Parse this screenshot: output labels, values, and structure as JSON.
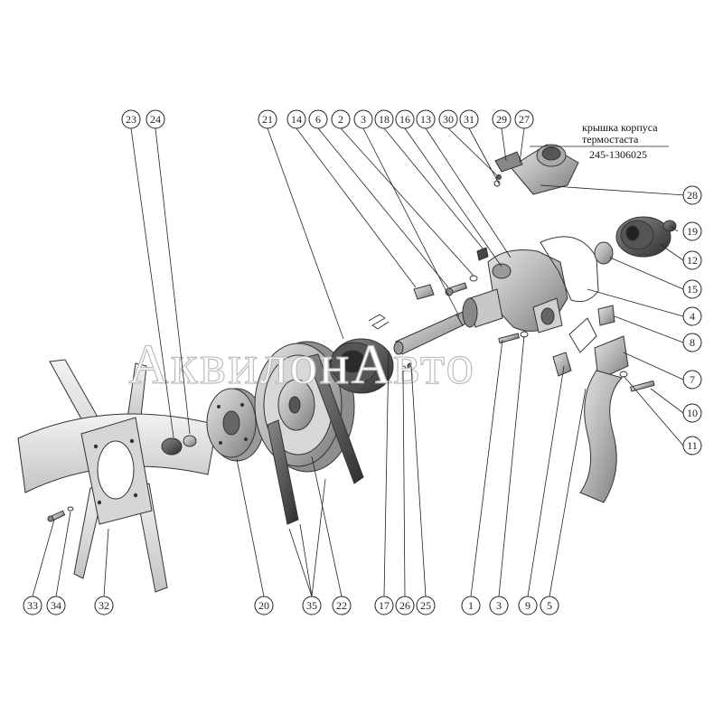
{
  "watermark": "АквилонАвто",
  "note": {
    "line1": "крышка корпуса",
    "line2": "термостаста",
    "part_number": "245-1306025"
  },
  "callouts": {
    "c1": "1",
    "c2": "2",
    "c3a": "3",
    "c3b": "3",
    "c4": "4",
    "c5": "5",
    "c6": "6",
    "c7": "7",
    "c8": "8",
    "c9": "9",
    "c10": "10",
    "c11": "11",
    "c12": "12",
    "c13": "13",
    "c14": "14",
    "c15": "15",
    "c16": "16",
    "c17": "17",
    "c18": "18",
    "c19": "19",
    "c20": "20",
    "c21": "21",
    "c22": "22",
    "c23": "23",
    "c24": "24",
    "c25": "25",
    "c26": "26",
    "c27": "27",
    "c28": "28",
    "c29": "29",
    "c30": "30",
    "c31": "31",
    "c32": "32",
    "c33": "33",
    "c34": "34",
    "c35": "35"
  },
  "colors": {
    "line": "#222222",
    "metal": "#b5b5b5",
    "dark": "#333333",
    "watermark_stroke": "#bcbcbc"
  }
}
